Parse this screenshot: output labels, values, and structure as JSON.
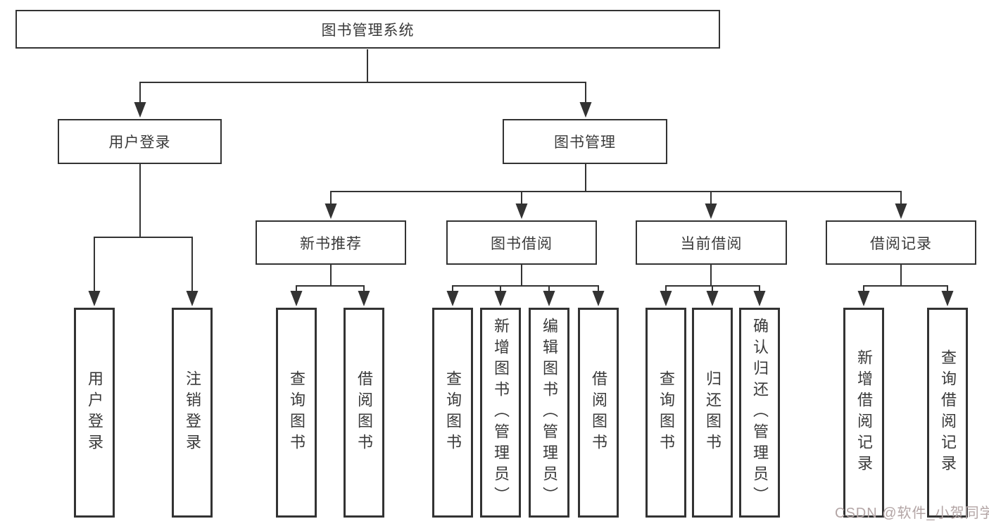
{
  "colors": {
    "line": "#333333",
    "text": "#3a3a3a",
    "background": "#ffffff",
    "watermark": "#b3a5a5"
  },
  "diagram": {
    "root": {
      "label": "图书管理系统"
    },
    "level2": {
      "user_login": {
        "label": "用户登录"
      },
      "book_management": {
        "label": "图书管理"
      }
    },
    "level3": {
      "new_book_recommend": {
        "label": "新书推荐"
      },
      "book_borrowing": {
        "label": "图书借阅"
      },
      "current_borrowing": {
        "label": "当前借阅"
      },
      "borrowing_records": {
        "label": "借阅记录"
      }
    },
    "level4": {
      "user_login_leaf": {
        "label": "用户登录"
      },
      "logout": {
        "label": "注销登录"
      },
      "search_books_a": {
        "label": "查询图书"
      },
      "borrow_books_a": {
        "label": "借阅图书"
      },
      "search_books_b": {
        "label": "查询图书"
      },
      "add_books_admin": {
        "label": "新增图书（管理员）"
      },
      "edit_books_admin": {
        "label": "编辑图书（管理员）"
      },
      "borrow_books_b": {
        "label": "借阅图书"
      },
      "search_books_c": {
        "label": "查询图书"
      },
      "return_books": {
        "label": "归还图书"
      },
      "confirm_return_admin": {
        "label": "确认归还（管理员）"
      },
      "add_borrow_record": {
        "label": "新增借阅记录"
      },
      "search_borrow_record": {
        "label": "查询借阅记录"
      }
    }
  },
  "watermark": {
    "text": "CSDN @软件_小贺同学"
  }
}
